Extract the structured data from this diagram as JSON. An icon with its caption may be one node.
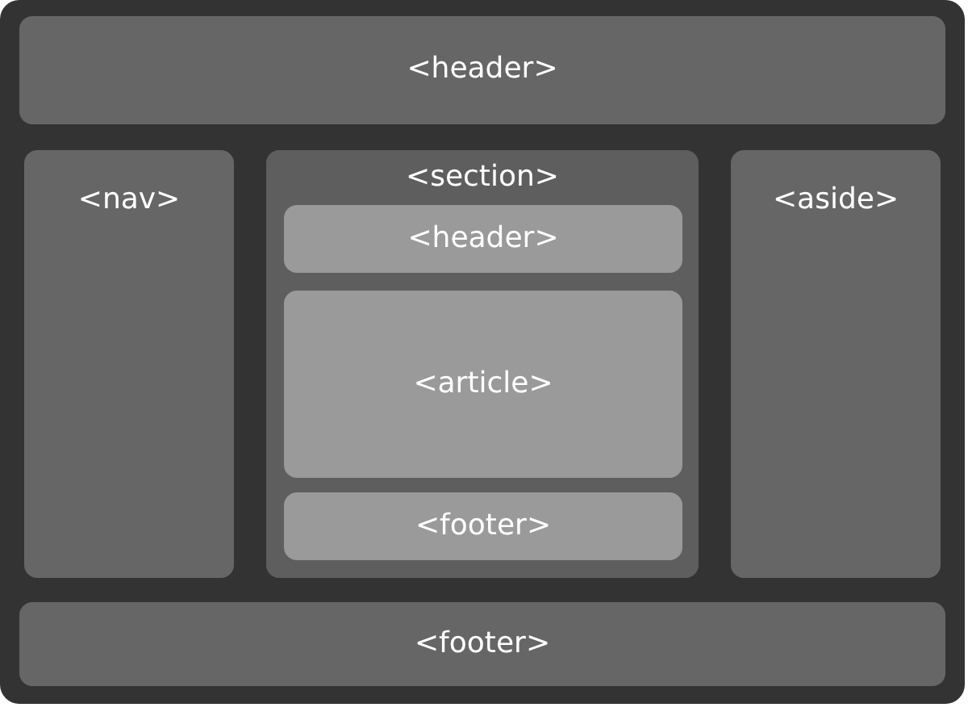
{
  "diagram": {
    "nodes": [
      {
        "text": [
          "<header>"
        ]
      },
      {
        "text": [
          "<nav>"
        ]
      },
      {
        "text": [
          "<section>"
        ]
      },
      {
        "text": [
          "<header>"
        ],
        "in": 2
      },
      {
        "text": [
          "<article>"
        ],
        "in": 2
      },
      {
        "text": [
          "<footer>"
        ],
        "in": 2
      },
      {
        "text": [
          "<aside>"
        ]
      },
      {
        "text": [
          "<footer>"
        ]
      }
    ]
  }
}
